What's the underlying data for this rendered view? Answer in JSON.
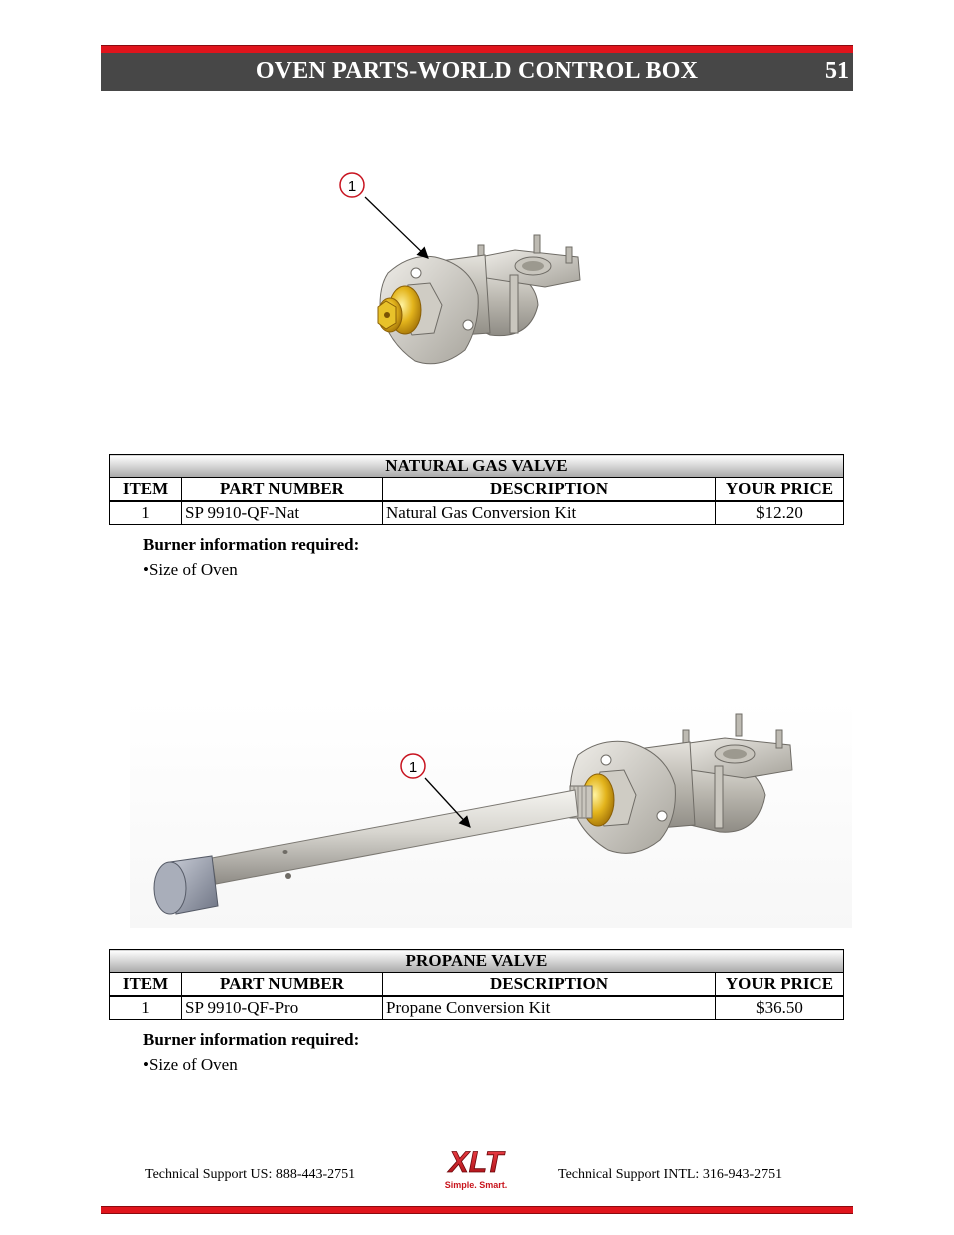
{
  "header": {
    "title": "OVEN PARTS-WORLD CONTROL BOX",
    "page_number": "51"
  },
  "figures": [
    {
      "callout": "1"
    },
    {
      "callout": "1"
    }
  ],
  "tables": [
    {
      "title": "NATURAL GAS VALVE",
      "columns": [
        "ITEM",
        "PART NUMBER",
        "DESCRIPTION",
        "YOUR PRICE"
      ],
      "rows": [
        {
          "item": "1",
          "part_number": "SP 9910-QF-Nat",
          "description": "Natural Gas Conversion Kit",
          "price": "$12.20"
        }
      ],
      "note_label": "Burner information required:",
      "note_items": [
        "•Size of Oven"
      ]
    },
    {
      "title": "PROPANE VALVE",
      "columns": [
        "ITEM",
        "PART NUMBER",
        "DESCRIPTION",
        "YOUR PRICE"
      ],
      "rows": [
        {
          "item": "1",
          "part_number": "SP 9910-QF-Pro",
          "description": "Propane Conversion Kit",
          "price": "$36.50"
        }
      ],
      "note_label": "Burner information required:",
      "note_items": [
        "•Size of Oven"
      ]
    }
  ],
  "footer": {
    "left": "Technical Support  US:  888-443-2751",
    "right": "Technical Support  INTL:  316-943-2751",
    "logo": {
      "brand": "XLT",
      "tagline": "Simple. Smart.",
      "brand_color": "#d8141c"
    }
  },
  "colors": {
    "accent_red": "#e0141c",
    "header_gray": "#474747",
    "brass": "#d9a51a"
  }
}
